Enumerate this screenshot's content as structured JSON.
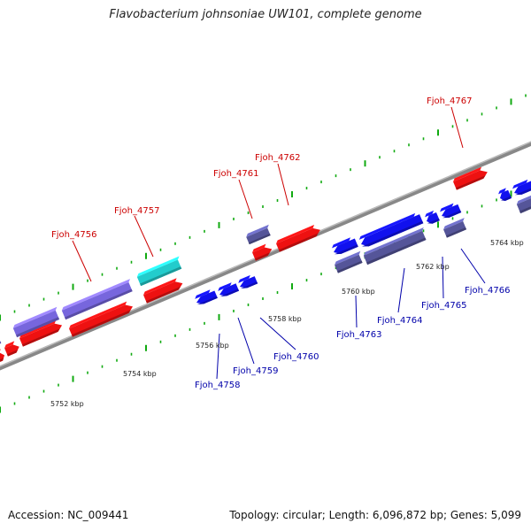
{
  "title": "Flavobacterium johnsoniae UW101, complete genome",
  "accession_text": "Accession: NC_009441",
  "topology_text": "Topology: circular; Length: 6,096,872 bp; Genes: 5,099",
  "colors": {
    "forward": "#ee1111",
    "reverse": "#1111ee",
    "forward_label": "#cc0000",
    "reverse_label": "#0000aa",
    "highlight": "#22cccc",
    "rna_forward": "#7766dd",
    "rna_reverse": "#555599",
    "backbone": "#888888",
    "ticks": "#11aa11"
  },
  "scale_labels": [
    "5752 kbp",
    "5754 kbp",
    "5756 kbp",
    "5758 kbp",
    "5760 kbp",
    "5762 kbp",
    "5764 kbp"
  ],
  "forward_genes": [
    "Fjoh_4756",
    "Fjoh_4757",
    "Fjoh_4761",
    "Fjoh_4762",
    "Fjoh_4767"
  ],
  "reverse_genes": [
    "Fjoh_4758",
    "Fjoh_4759",
    "Fjoh_4760",
    "Fjoh_4763",
    "Fjoh_4764",
    "Fjoh_4765",
    "Fjoh_4766"
  ]
}
